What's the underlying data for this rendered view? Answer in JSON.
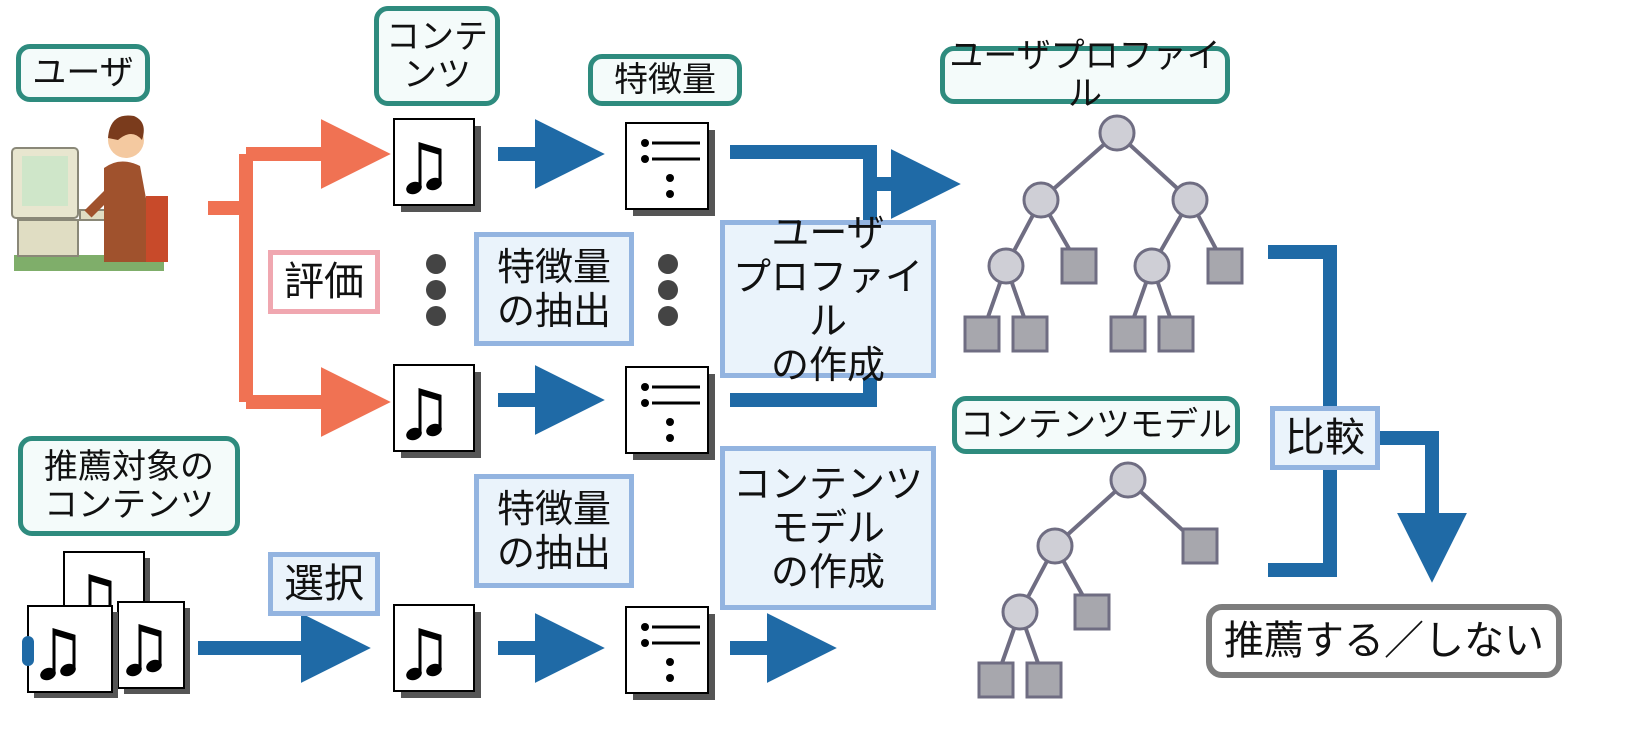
{
  "labels": {
    "user": "ユーザ",
    "content": "コンテ\nンツ",
    "feature": "特徴量",
    "user_profile": "ユーザプロファイル",
    "evaluation": "評価",
    "extract_1": "特徴量\nの抽出",
    "make_profile": "ユーザ\nプロファイル\nの作成",
    "content_model": "コンテンツモデル",
    "compare": "比較",
    "recommend_target": "推薦対象の\nコンテンツ",
    "select": "選択",
    "extract_2": "特徴量\nの抽出",
    "make_model": "コンテンツ\nモデル\nの作成",
    "result": "推薦する／しない"
  },
  "icons": {
    "music": "music-note-icon",
    "feature_list": "feature-list-icon",
    "user": "user-at-computer-icon",
    "dots": "vertical-ellipsis-icon"
  },
  "colors": {
    "evaluation_arrow": "#f07253",
    "flow_arrow": "#1f6aa6",
    "teal_border": "#2e8b7e",
    "blue_border": "#93b4e0",
    "pink_border": "#f0a7b0",
    "tree_node": "#cfcfd6",
    "tree_leaf": "#a7a7ad",
    "tree_edge": "#6f6d82"
  }
}
